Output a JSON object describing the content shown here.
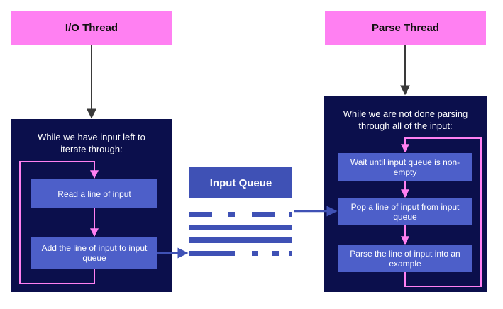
{
  "io_thread": {
    "header": "I/O Thread",
    "description": "While we have input left to iterate through:",
    "steps": [
      "Read a line of input",
      "Add the line of input to input queue"
    ]
  },
  "parse_thread": {
    "header": "Parse Thread",
    "description": "While we are not done parsing through all of the input:",
    "steps": [
      "Wait until input queue is non-empty",
      "Pop a line of input from input queue",
      "Parse the line of input into an example"
    ]
  },
  "queue": {
    "title": "Input Queue"
  },
  "colors": {
    "header_pink": "#ff80f2",
    "panel_navy": "#0b0f4c",
    "step_blue": "#4d5fc9",
    "queue_blue": "#3f51b5",
    "loop_pink": "#ff80f2",
    "arrow_dark": "#3a3a3a"
  }
}
